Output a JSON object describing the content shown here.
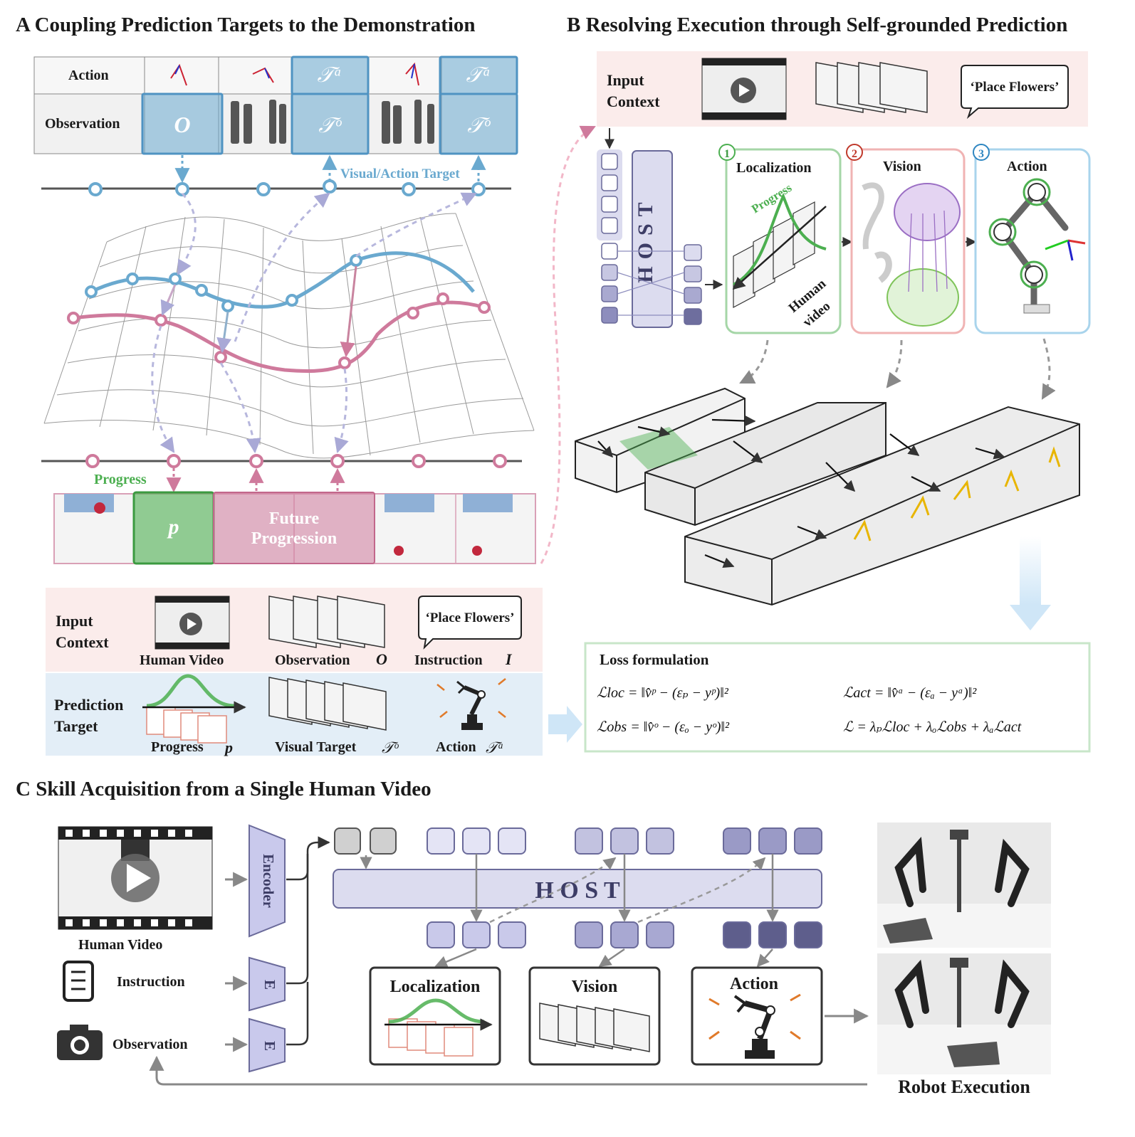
{
  "panel_a": {
    "title": "A  Coupling Prediction Targets to the Demonstration",
    "row_action": "Action",
    "row_observation": "Observation",
    "sym_o": "O",
    "sym_ta": "𝒯ᵃ",
    "sym_to": "𝒯ᵒ",
    "visual_action_target": "Visual/Action  Target",
    "progress": "Progress",
    "sym_p": "p",
    "future_progression_1": "Future",
    "future_progression_2": "Progression",
    "input_context_1": "Input",
    "input_context_2": "Context",
    "human_video": "Human Video",
    "observation": "Observation",
    "observation_sym": "O",
    "instruction_text": "‘Place Flowers’",
    "instruction": "Instruction",
    "instruction_sym": "I",
    "prediction_target_1": "Prediction",
    "prediction_target_2": "Target",
    "progress_lbl": "Progress",
    "progress_sym": "p",
    "visual_target_lbl": "Visual Target",
    "visual_target_sym": "𝒯ᵒ",
    "action_lbl": "Action",
    "action_sym": "𝒯ᵃ"
  },
  "panel_b": {
    "title": "B  Resolving Execution through Self-grounded Prediction",
    "input_context_1": "Input",
    "input_context_2": "Context",
    "instruction_text": "‘Place Flowers’",
    "host": "HOST",
    "stages": [
      {
        "num": "1",
        "label": "Localization"
      },
      {
        "num": "2",
        "label": "Vision"
      },
      {
        "num": "3",
        "label": "Action"
      }
    ],
    "progress_curve": "Progress",
    "human_video_1": "Human",
    "human_video_2": "video",
    "loss_title": "Loss formulation",
    "loss_loc": "ℒloc = ‖v̂ᵖ − (εₚ − yᵖ)‖²",
    "loss_act": "ℒact = ‖v̂ᵃ − (εₐ − yᵃ)‖²",
    "loss_obs": "ℒobs = ‖v̂ᵒ − (εₒ − yᵒ)‖²",
    "loss_total": "ℒ = λₚℒloc + λₒℒobs + λₐℒact"
  },
  "panel_c": {
    "title": "C  Skill Acquisition from a Single Human Video",
    "human_video": "Human Video",
    "instruction": "Instruction",
    "observation": "Observation",
    "encoder": "Encoder",
    "e1": "E",
    "e2": "E",
    "host": "H O S T",
    "localization": "Localization",
    "vision": "Vision",
    "action": "Action",
    "robot_execution": "Robot Execution"
  },
  "colors": {
    "blue": "#6aa9cf",
    "pink": "#cf7a9c",
    "green": "#4caf50",
    "host_fill": "#dcdcef",
    "host_stroke": "#6a6a9a"
  }
}
